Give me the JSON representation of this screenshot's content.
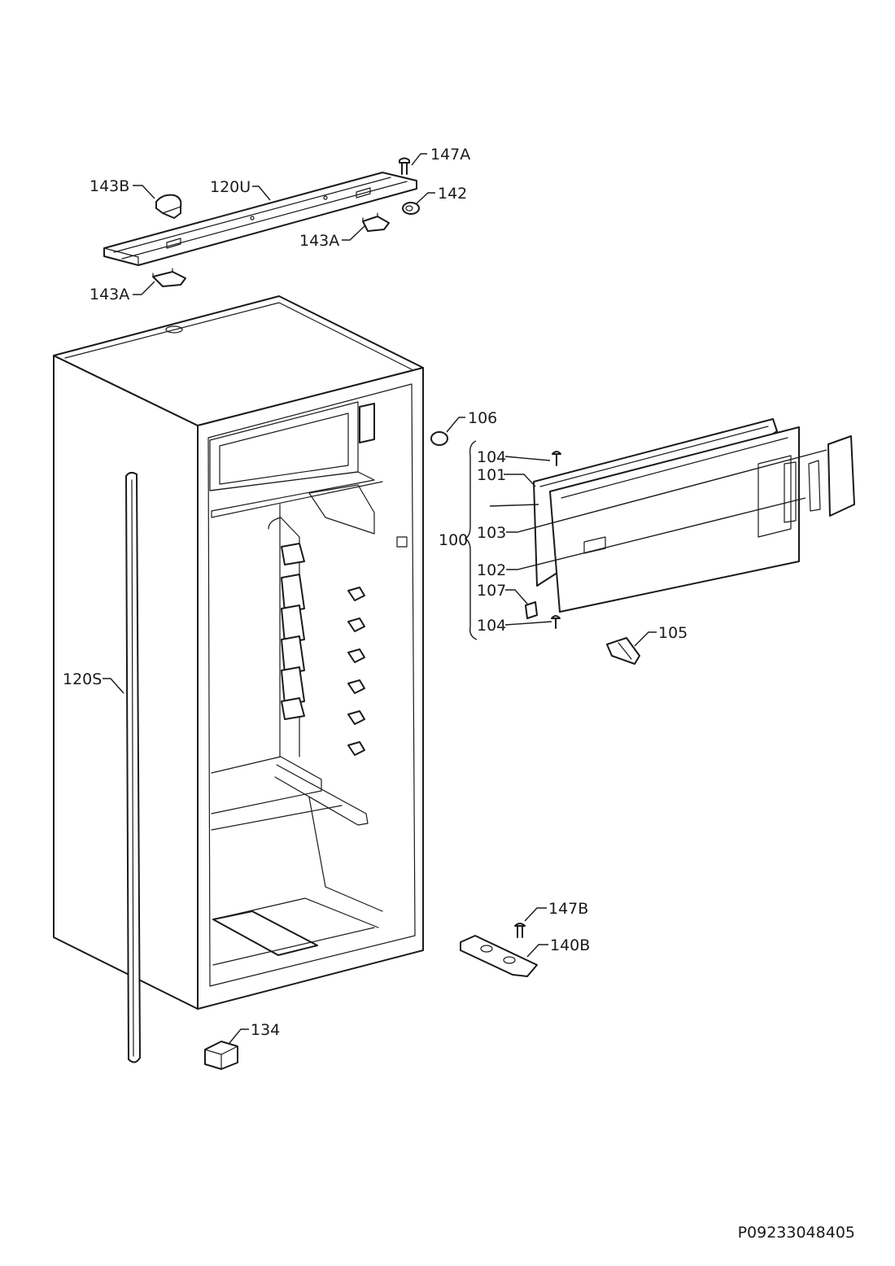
{
  "labels": {
    "l147A": "147A",
    "l143B": "143B",
    "l120U": "120U",
    "l142": "142",
    "l143A_top": "143A",
    "l143A_left": "143A",
    "l106": "106",
    "l104_top": "104",
    "l101": "101",
    "l103": "103",
    "l100": "100",
    "l102": "102",
    "l107": "107",
    "l104_bottom": "104",
    "l105": "105",
    "l120S": "120S",
    "l147B": "147B",
    "l140B": "140B",
    "l134": "134"
  },
  "drawing_code": "P09233048405"
}
